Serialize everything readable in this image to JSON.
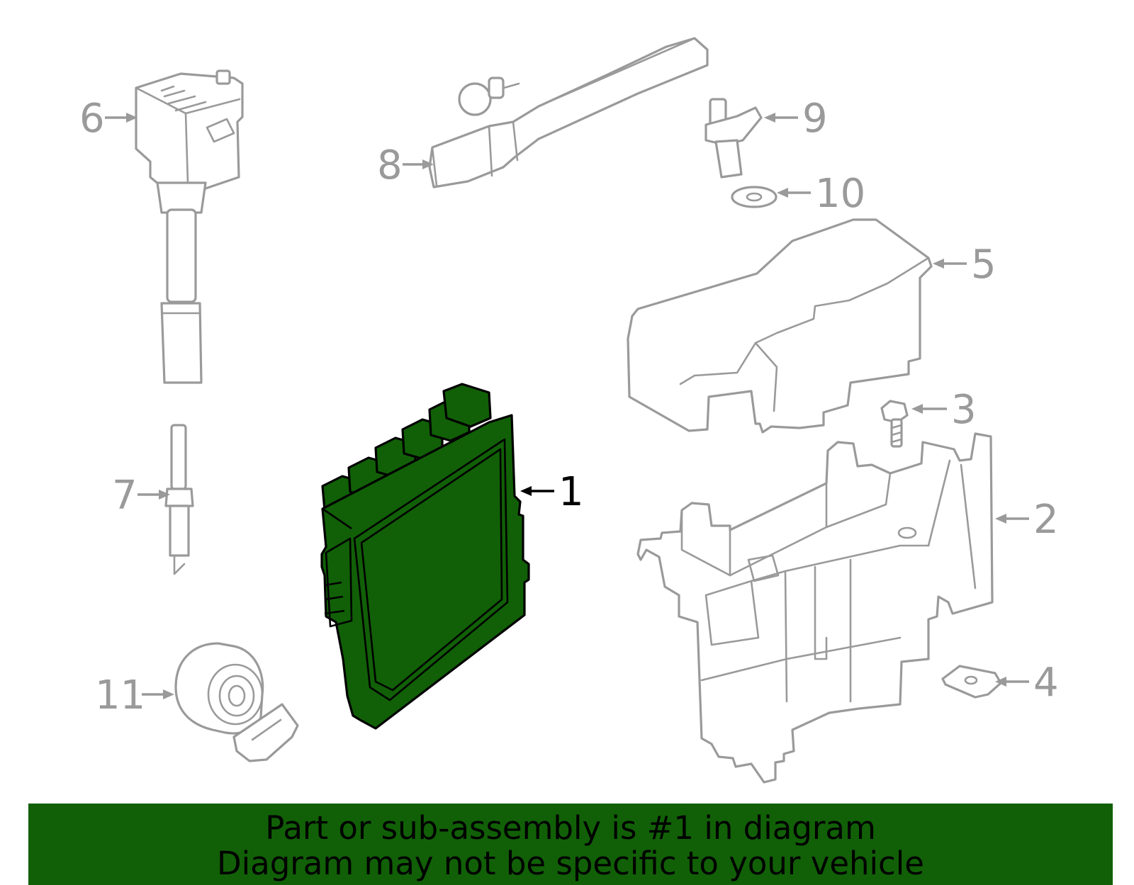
{
  "callouts": [
    {
      "id": "1",
      "label": "1",
      "active": true
    },
    {
      "id": "2",
      "label": "2",
      "active": false
    },
    {
      "id": "3",
      "label": "3",
      "active": false
    },
    {
      "id": "4",
      "label": "4",
      "active": false
    },
    {
      "id": "5",
      "label": "5",
      "active": false
    },
    {
      "id": "6",
      "label": "6",
      "active": false
    },
    {
      "id": "7",
      "label": "7",
      "active": false
    },
    {
      "id": "8",
      "label": "8",
      "active": false
    },
    {
      "id": "9",
      "label": "9",
      "active": false
    },
    {
      "id": "10",
      "label": "10",
      "active": false
    },
    {
      "id": "11",
      "label": "11",
      "active": false
    }
  ],
  "banner": {
    "line1": "Part or sub-assembly is #1 in diagram",
    "line2": "Diagram may not be specific to your vehicle"
  },
  "colors": {
    "highlight_fill": "#116007",
    "part_outline": "#9a9a9a",
    "active_outline": "#000000",
    "background": "#ffffff"
  }
}
